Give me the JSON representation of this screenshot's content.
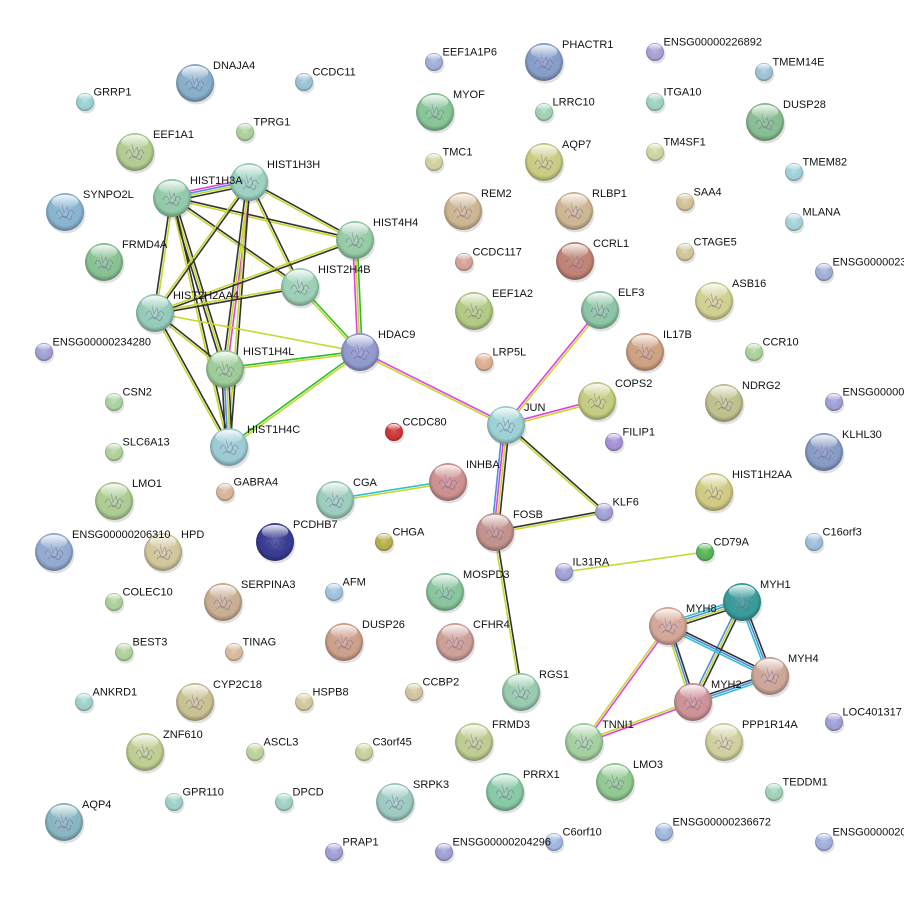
{
  "evidence_colors": {
    "coexpression": "#333333",
    "textmining": "#c6d82e",
    "experiments": "#e040e0",
    "neighborhood": "#2ebc2e",
    "database": "#4f8fe0",
    "cooccurrence": "#30c0d0"
  },
  "nodes": [
    {
      "name": "DNAJA4",
      "color": "#8fb8d4",
      "structure": true
    },
    {
      "name": "PHACTR1",
      "color": "#8ea6d4",
      "structure": true
    },
    {
      "name": "MYOF",
      "color": "#8fd0a0",
      "structure": true
    },
    {
      "name": "EEF1A1",
      "color": "#bcd79a",
      "structure": true
    },
    {
      "name": "AQP7",
      "color": "#d4d88a",
      "structure": true
    },
    {
      "name": "DUSP28",
      "color": "#8fc79a",
      "structure": true
    },
    {
      "name": "HIST1H3A",
      "color": "#9ad6b0",
      "structure": true
    },
    {
      "name": "HIST1H3H",
      "color": "#a5dccb",
      "structure": true
    },
    {
      "name": "SYNPO2L",
      "color": "#8fbedc",
      "structure": true
    },
    {
      "name": "REM2",
      "color": "#d8c09a",
      "structure": true
    },
    {
      "name": "RLBP1",
      "color": "#d8c09a",
      "structure": true
    },
    {
      "name": "FRMD4A",
      "color": "#8fcc9a",
      "structure": true
    },
    {
      "name": "HIST4H4",
      "color": "#9fd6b0",
      "structure": true
    },
    {
      "name": "HIST2H4B",
      "color": "#a5dcc0",
      "structure": true
    },
    {
      "name": "CCRL1",
      "color": "#c98a7a",
      "structure": true
    },
    {
      "name": "HIST2H2AA4",
      "color": "#9dd6c4",
      "structure": true
    },
    {
      "name": "EEF1A2",
      "color": "#bcd58a",
      "structure": true
    },
    {
      "name": "ELF3",
      "color": "#95d0b0",
      "structure": true
    },
    {
      "name": "ASB16",
      "color": "#dcdc9a",
      "structure": true
    },
    {
      "name": "IL17B",
      "color": "#d9aa8a",
      "structure": true
    },
    {
      "name": "HDAC9",
      "color": "#9aa3d8",
      "structure": true
    },
    {
      "name": "HIST1H4L",
      "color": "#a5d8a0",
      "structure": true
    },
    {
      "name": "COPS2",
      "color": "#cfd889",
      "structure": true
    },
    {
      "name": "NDRG2",
      "color": "#c9cc94",
      "structure": true
    },
    {
      "name": "JUN",
      "color": "#a5dde0",
      "structure": true
    },
    {
      "name": "KLHL30",
      "color": "#8ea3d0",
      "structure": true
    },
    {
      "name": "HIST1H4C",
      "color": "#a5d6e0",
      "structure": true
    },
    {
      "name": "INHBA",
      "color": "#d89898",
      "structure": true
    },
    {
      "name": "HIST1H2AA",
      "color": "#dcd68a",
      "structure": true
    },
    {
      "name": "LMO1",
      "color": "#b5d89a",
      "structure": true
    },
    {
      "name": "CGA",
      "color": "#a5d8c8",
      "structure": true
    },
    {
      "name": "FOSB",
      "color": "#cd9a94",
      "structure": true
    },
    {
      "name": "ENSG00000206310",
      "color": "#9ab4dc",
      "structure": true
    },
    {
      "name": "HPD",
      "color": "#dcd2a4",
      "structure": true
    },
    {
      "name": "PCDHB7",
      "color": "#3a3f9a",
      "structure": true
    },
    {
      "name": "MOSPD3",
      "color": "#8fd0a5",
      "structure": true
    },
    {
      "name": "MYH1",
      "color": "#3aa4a0",
      "structure": true
    },
    {
      "name": "SERPINA3",
      "color": "#d4b89a",
      "structure": true
    },
    {
      "name": "MYH8",
      "color": "#e0b0a0",
      "structure": true
    },
    {
      "name": "DUSP26",
      "color": "#d8a890",
      "structure": true
    },
    {
      "name": "CFHR4",
      "color": "#d8a8a0",
      "structure": true
    },
    {
      "name": "MYH4",
      "color": "#d8b0a0",
      "structure": true
    },
    {
      "name": "RGS1",
      "color": "#a0d6b8",
      "structure": true
    },
    {
      "name": "MYH2",
      "color": "#d89aa0",
      "structure": true
    },
    {
      "name": "CYP2C18",
      "color": "#d4cc9a",
      "structure": true
    },
    {
      "name": "ZNF610",
      "color": "#c8da9a",
      "structure": true
    },
    {
      "name": "FRMD3",
      "color": "#c8d89a",
      "structure": true
    },
    {
      "name": "TNNI1",
      "color": "#acdca8",
      "structure": true
    },
    {
      "name": "PPP1R14A",
      "color": "#dcdca8",
      "structure": true
    },
    {
      "name": "LMO3",
      "color": "#9ad49a",
      "structure": true
    },
    {
      "name": "PRRX1",
      "color": "#8fd4b0",
      "structure": true
    },
    {
      "name": "SRPK3",
      "color": "#a5d6cc",
      "structure": true
    },
    {
      "name": "AQP4",
      "color": "#8fc0cc",
      "structure": true
    },
    {
      "name": "EEF1A1P6",
      "color": "#aab8e0",
      "structure": false
    },
    {
      "name": "ENSG00000226892",
      "color": "#b0a8e0",
      "structure": false
    },
    {
      "name": "CCDC11",
      "color": "#a5cce0",
      "structure": false
    },
    {
      "name": "GRRP1",
      "color": "#a5dcdc",
      "structure": false
    },
    {
      "name": "TMEM14E",
      "color": "#a8cce0",
      "structure": false
    },
    {
      "name": "LRRC10",
      "color": "#a8dcc0",
      "structure": false
    },
    {
      "name": "ITGA10",
      "color": "#a8dccc",
      "structure": false
    },
    {
      "name": "TPRG1",
      "color": "#b4dca4",
      "structure": false
    },
    {
      "name": "TMC1",
      "color": "#dcdca8",
      "structure": false
    },
    {
      "name": "TM4SF1",
      "color": "#d8e0a8",
      "structure": false
    },
    {
      "name": "TMEM82",
      "color": "#a8dce4",
      "structure": false
    },
    {
      "name": "SAA4",
      "color": "#dccca0",
      "structure": false
    },
    {
      "name": "MLANA",
      "color": "#b0dce4",
      "structure": false
    },
    {
      "name": "CCDC117",
      "color": "#e0aaa0",
      "structure": false
    },
    {
      "name": "CTAGE5",
      "color": "#dcd0a0",
      "structure": false
    },
    {
      "name": "ENSG0000023",
      "color": "#a8b8e0",
      "structure": false
    },
    {
      "name": "ENSG00000234280",
      "color": "#a8a8e0",
      "structure": false
    },
    {
      "name": "LRP5L",
      "color": "#e8b898",
      "structure": false
    },
    {
      "name": "CCR10",
      "color": "#b4dca4",
      "structure": false
    },
    {
      "name": "CSN2",
      "color": "#b4dcac",
      "structure": false
    },
    {
      "name": "CCDC80",
      "color": "#d83838",
      "structure": false
    },
    {
      "name": "ENSG00000",
      "color": "#a8a8e0",
      "structure": false
    },
    {
      "name": "FILIP1",
      "color": "#b098e0",
      "structure": false
    },
    {
      "name": "SLC6A13",
      "color": "#b8dca4",
      "structure": false
    },
    {
      "name": "GABRA4",
      "color": "#e0c0a0",
      "structure": false
    },
    {
      "name": "KLF6",
      "color": "#a8a8e0",
      "structure": false
    },
    {
      "name": "CHGA",
      "color": "#c0b850",
      "structure": false
    },
    {
      "name": "CD79A",
      "color": "#5cbc5c",
      "structure": false
    },
    {
      "name": "C16orf3",
      "color": "#a8c8e8",
      "structure": false
    },
    {
      "name": "IL31RA",
      "color": "#a8a8e0",
      "structure": false
    },
    {
      "name": "COLEC10",
      "color": "#b4dca4",
      "structure": false
    },
    {
      "name": "AFM",
      "color": "#a8cce8",
      "structure": false
    },
    {
      "name": "BEST3",
      "color": "#b8dca4",
      "structure": false
    },
    {
      "name": "TINAG",
      "color": "#e4c4a4",
      "structure": false
    },
    {
      "name": "ANKRD1",
      "color": "#a8dcd8",
      "structure": false
    },
    {
      "name": "HSPB8",
      "color": "#dcd4a8",
      "structure": false
    },
    {
      "name": "CCBP2",
      "color": "#dcd0a8",
      "structure": false
    },
    {
      "name": "LOC401317",
      "color": "#a8a8e0",
      "structure": false
    },
    {
      "name": "ASCL3",
      "color": "#c8dca4",
      "structure": false
    },
    {
      "name": "C3orf45",
      "color": "#d0dca4",
      "structure": false
    },
    {
      "name": "TEDDM1",
      "color": "#a8dcc0",
      "structure": false
    },
    {
      "name": "GPR110",
      "color": "#a8dcd4",
      "structure": false
    },
    {
      "name": "DPCD",
      "color": "#a8dcd0",
      "structure": false
    },
    {
      "name": "C6orf10",
      "color": "#a8c0e8",
      "structure": false
    },
    {
      "name": "ENSG00000236672",
      "color": "#a8c0e8",
      "structure": false
    },
    {
      "name": "ENSG0000020",
      "color": "#a8b8e8",
      "structure": false
    },
    {
      "name": "PRAP1",
      "color": "#a8a8e0",
      "structure": false
    },
    {
      "name": "ENSG00000204296",
      "color": "#a8a8e0",
      "structure": false
    }
  ],
  "edges": [
    {
      "a": "HIST1H3A",
      "b": "HIST1H3H",
      "evidence": [
        "experiments",
        "database",
        "textmining",
        "coexpression"
      ]
    },
    {
      "a": "HIST1H3A",
      "b": "HIST4H4",
      "evidence": [
        "coexpression",
        "textmining"
      ]
    },
    {
      "a": "HIST1H3A",
      "b": "HIST2H4B",
      "evidence": [
        "coexpression",
        "textmining"
      ]
    },
    {
      "a": "HIST1H3A",
      "b": "HIST2H2AA4",
      "evidence": [
        "textmining",
        "coexpression"
      ]
    },
    {
      "a": "HIST1H3A",
      "b": "HIST1H4L",
      "evidence": [
        "coexpression",
        "textmining",
        "coexpression"
      ]
    },
    {
      "a": "HIST1H3A",
      "b": "HIST1H4C",
      "evidence": [
        "coexpression",
        "textmining"
      ]
    },
    {
      "a": "HIST1H3H",
      "b": "HIST4H4",
      "evidence": [
        "coexpression",
        "textmining"
      ]
    },
    {
      "a": "HIST1H3H",
      "b": "HIST2H4B",
      "evidence": [
        "coexpression",
        "textmining"
      ]
    },
    {
      "a": "HIST1H3H",
      "b": "HIST2H2AA4",
      "evidence": [
        "coexpression",
        "textmining"
      ]
    },
    {
      "a": "HIST1H3H",
      "b": "HIST1H4L",
      "evidence": [
        "experiments",
        "textmining",
        "coexpression"
      ]
    },
    {
      "a": "HIST1H3H",
      "b": "HIST1H4C",
      "evidence": [
        "coexpression",
        "textmining"
      ]
    },
    {
      "a": "HIST4H4",
      "b": "HIST2H2AA4",
      "evidence": [
        "coexpression",
        "textmining"
      ]
    },
    {
      "a": "HIST4H4",
      "b": "HDAC9",
      "evidence": [
        "neighborhood",
        "textmining",
        "experiments"
      ]
    },
    {
      "a": "HIST2H4B",
      "b": "HIST2H2AA4",
      "evidence": [
        "coexpression",
        "textmining"
      ]
    },
    {
      "a": "HIST2H4B",
      "b": "HDAC9",
      "evidence": [
        "neighborhood",
        "textmining"
      ]
    },
    {
      "a": "HIST2H2AA4",
      "b": "HDAC9",
      "evidence": [
        "textmining"
      ]
    },
    {
      "a": "HIST2H2AA4",
      "b": "HIST1H4L",
      "evidence": [
        "coexpression",
        "textmining"
      ]
    },
    {
      "a": "HIST2H2AA4",
      "b": "HIST1H4C",
      "evidence": [
        "coexpression",
        "textmining"
      ]
    },
    {
      "a": "HIST1H4L",
      "b": "HDAC9",
      "evidence": [
        "neighborhood",
        "textmining"
      ]
    },
    {
      "a": "HIST1H4L",
      "b": "HIST1H4C",
      "evidence": [
        "coexpression",
        "textmining",
        "database",
        "coexpression"
      ]
    },
    {
      "a": "HIST1H4C",
      "b": "HDAC9",
      "evidence": [
        "neighborhood",
        "textmining"
      ]
    },
    {
      "a": "HDAC9",
      "b": "JUN",
      "evidence": [
        "experiments",
        "textmining"
      ]
    },
    {
      "a": "JUN",
      "b": "ELF3",
      "evidence": [
        "experiments",
        "textmining"
      ]
    },
    {
      "a": "JUN",
      "b": "COPS2",
      "evidence": [
        "experiments",
        "textmining"
      ]
    },
    {
      "a": "JUN",
      "b": "FOSB",
      "evidence": [
        "coexpression",
        "textmining",
        "experiments",
        "database"
      ]
    },
    {
      "a": "JUN",
      "b": "KLF6",
      "evidence": [
        "coexpression",
        "textmining"
      ]
    },
    {
      "a": "FOSB",
      "b": "KLF6",
      "evidence": [
        "coexpression",
        "textmining"
      ]
    },
    {
      "a": "FOSB",
      "b": "RGS1",
      "evidence": [
        "coexpression",
        "textmining"
      ]
    },
    {
      "a": "INHBA",
      "b": "CGA",
      "evidence": [
        "textmining",
        "cooccurrence"
      ]
    },
    {
      "a": "IL31RA",
      "b": "CD79A",
      "evidence": [
        "textmining"
      ]
    },
    {
      "a": "MYH1",
      "b": "MYH8",
      "evidence": [
        "coexpression",
        "textmining",
        "database",
        "cooccurrence"
      ]
    },
    {
      "a": "MYH1",
      "b": "MYH4",
      "evidence": [
        "coexpression",
        "database",
        "cooccurrence"
      ]
    },
    {
      "a": "MYH1",
      "b": "MYH2",
      "evidence": [
        "coexpression",
        "textmining",
        "database"
      ]
    },
    {
      "a": "MYH8",
      "b": "MYH4",
      "evidence": [
        "coexpression",
        "database",
        "cooccurrence"
      ]
    },
    {
      "a": "MYH8",
      "b": "MYH2",
      "evidence": [
        "coexpression",
        "database",
        "textmining"
      ]
    },
    {
      "a": "MYH8",
      "b": "TNNI1",
      "evidence": [
        "experiments",
        "textmining"
      ]
    },
    {
      "a": "MYH2",
      "b": "MYH4",
      "evidence": [
        "coexpression",
        "database",
        "cooccurrence"
      ]
    },
    {
      "a": "MYH2",
      "b": "TNNI1",
      "evidence": [
        "experiments",
        "textmining"
      ]
    }
  ]
}
